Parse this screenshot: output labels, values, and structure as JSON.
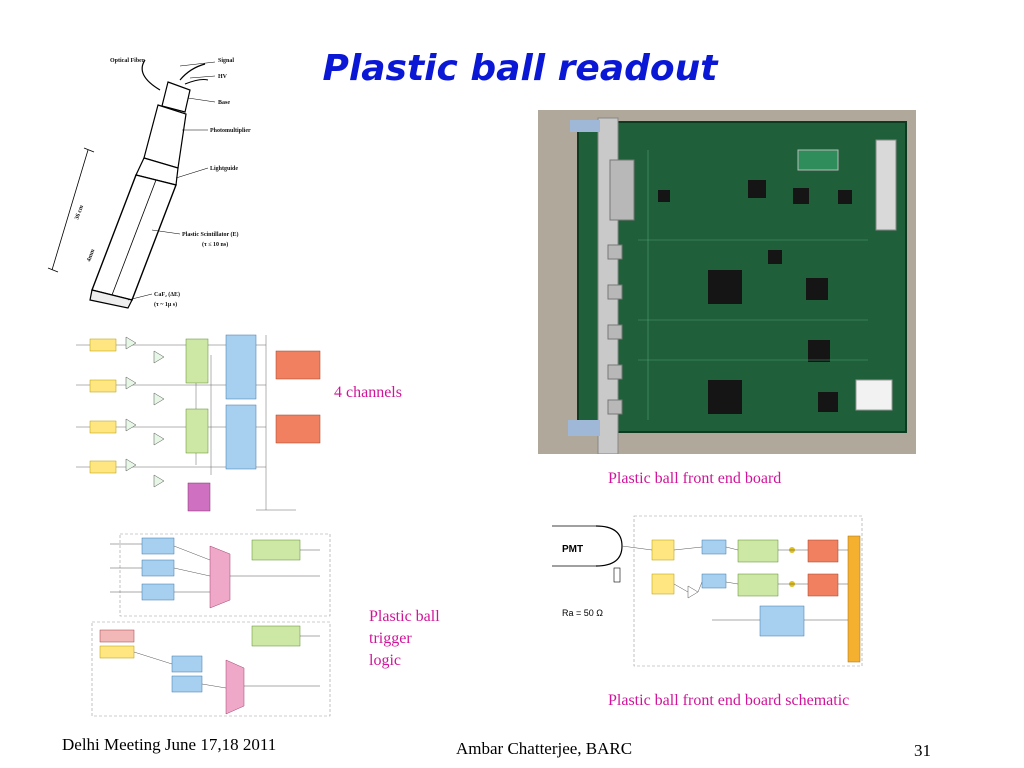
{
  "slide": {
    "title": "Plastic ball readout",
    "slide_number": "31"
  },
  "detector_drawing": {
    "labels": {
      "optical_fiber": "Optical Fiber",
      "signal": "Signal",
      "hv": "HV",
      "base": "Base",
      "photomultiplier": "Photomultiplier",
      "lightguide": "Lightguide",
      "plastic_scintillator": "Plastic Scintillator (E)",
      "scintillator_tau": "(τ ≤ 10 ns)",
      "caf2": "CaF₂ (ΔE)",
      "caf2_tau": "(τ ~ 1μ s)",
      "length_36cm": "36 cm",
      "length_4mm": "4mm"
    }
  },
  "captions": {
    "channels": "4 channels",
    "front_end_board": "Plastic ball front end board",
    "trigger_logic_line1": "Plastic ball",
    "trigger_logic_line2": "trigger",
    "trigger_logic_line3": "logic",
    "schematic": "Plastic ball front end board schematic"
  },
  "schematic": {
    "pmt": "PMT",
    "ra": "Ra = 50 Ω"
  },
  "footer": {
    "left": "Delhi Meeting June 17,18 2011",
    "center": "Ambar Chatterjee, BARC"
  }
}
